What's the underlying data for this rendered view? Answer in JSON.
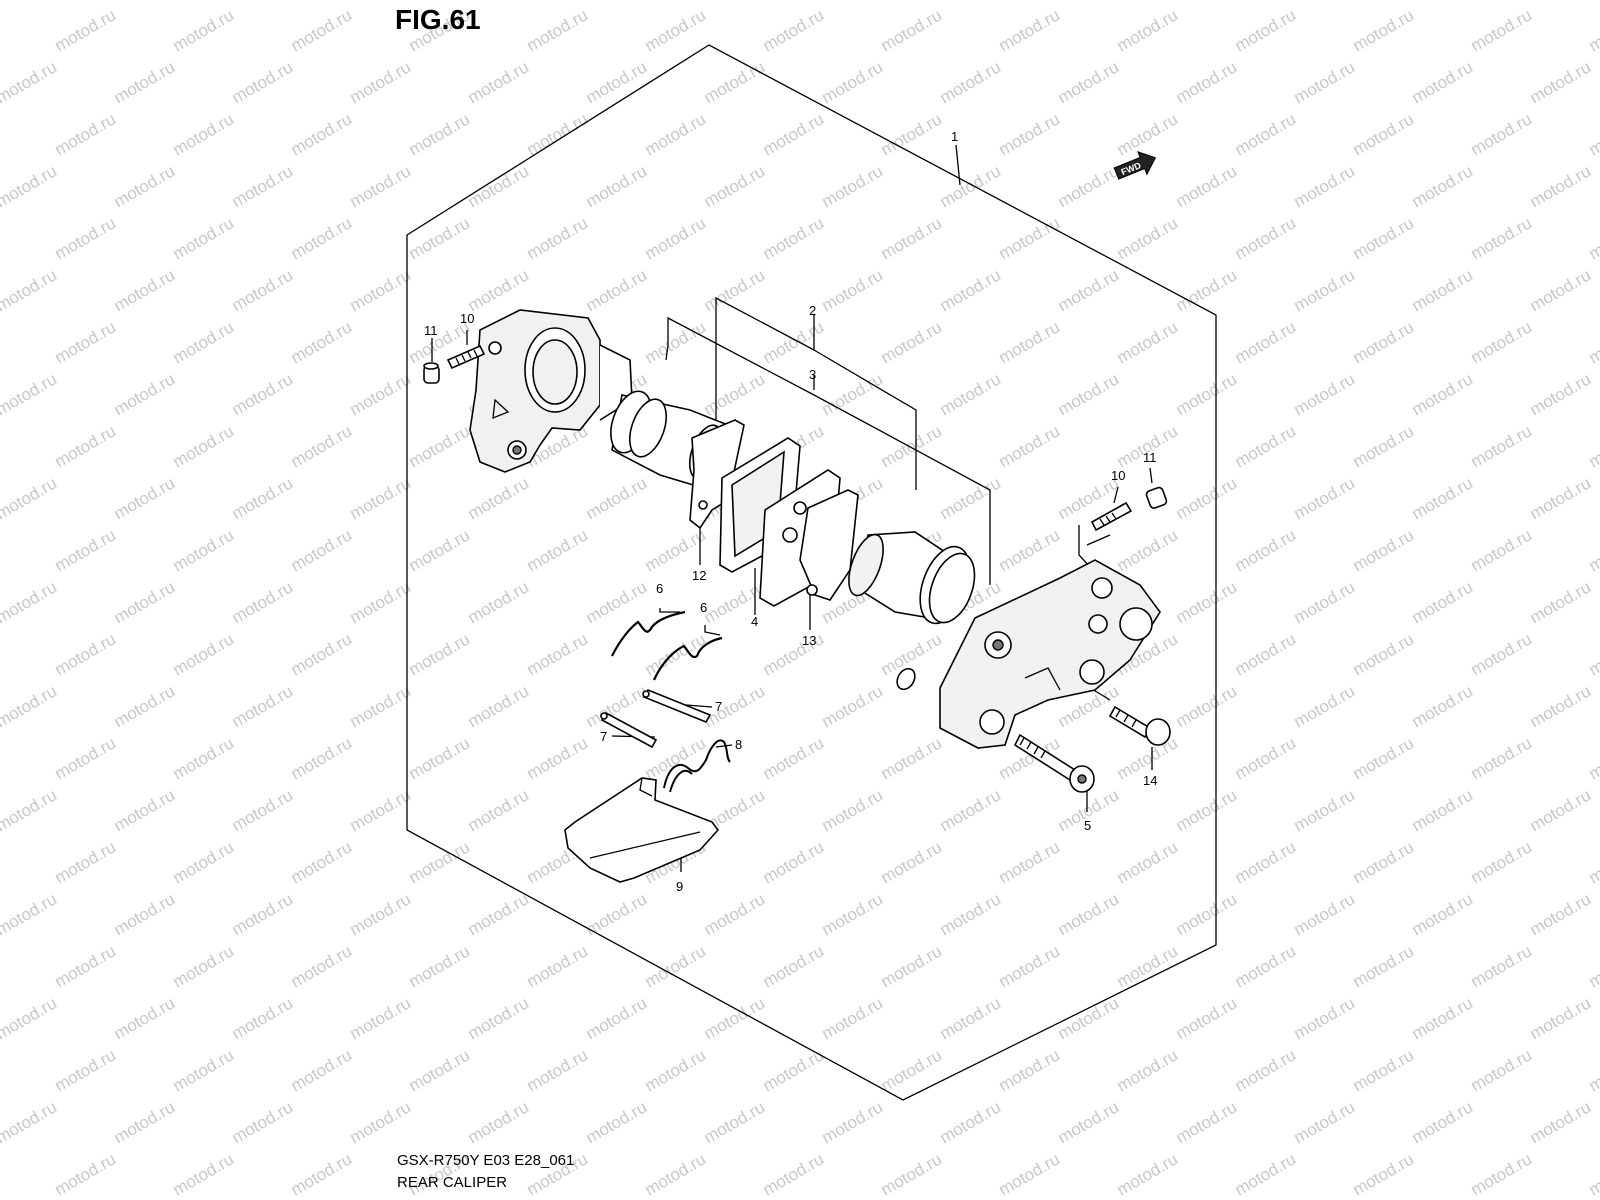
{
  "figure": {
    "title": "FIG.61",
    "model_code": "GSX-R750Y E03 E28_061",
    "assembly_name": "REAR CALIPER",
    "direction_marker": "FWD",
    "watermark_text": "motod.ru"
  },
  "callouts": [
    {
      "id": "1",
      "label": "1"
    },
    {
      "id": "2",
      "label": "2"
    },
    {
      "id": "3",
      "label": "3"
    },
    {
      "id": "4",
      "label": "4"
    },
    {
      "id": "5",
      "label": "5"
    },
    {
      "id": "6a",
      "label": "6"
    },
    {
      "id": "6b",
      "label": "6"
    },
    {
      "id": "7a",
      "label": "7"
    },
    {
      "id": "7b",
      "label": "7"
    },
    {
      "id": "8",
      "label": "8"
    },
    {
      "id": "9",
      "label": "9"
    },
    {
      "id": "10a",
      "label": "10"
    },
    {
      "id": "10b",
      "label": "10"
    },
    {
      "id": "11a",
      "label": "11"
    },
    {
      "id": "11b",
      "label": "11"
    },
    {
      "id": "12",
      "label": "12"
    },
    {
      "id": "13",
      "label": "13"
    },
    {
      "id": "14",
      "label": "14"
    }
  ],
  "colors": {
    "line": "#000000",
    "background": "#ffffff",
    "watermark": "#c8c8c8"
  }
}
